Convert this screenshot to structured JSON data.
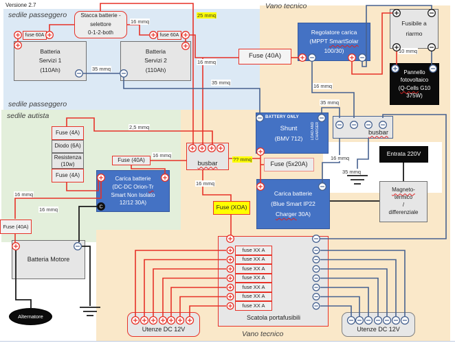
{
  "version_label": "Versione 2.7",
  "regions": {
    "sedile_passeggero": "sedile passeggero",
    "sedile_autista": "sedile autista",
    "vano_tecnico": "Vano tecnico"
  },
  "wire_labels": {
    "w25": "25 mmq",
    "w16": "16 mmq",
    "w35": "35 mmq",
    "w10": "10 mmq",
    "w2_5": "2,5 mmq",
    "wqq": "?? mmq"
  },
  "boxes": {
    "stacca": {
      "l1": "Stacca batterie -",
      "l2": "selettore",
      "l3": "0-1-2-both"
    },
    "fuse60a": "fuse 60A",
    "batt1": {
      "l1": "Batteria",
      "l2": "Servizi 1",
      "l3": "(110Ah)"
    },
    "batt2": {
      "l1": "Batteria",
      "l2": "Servizi 2",
      "l3": "(110Ah)"
    },
    "mppt": {
      "l1": "Regolatore carica",
      "l2_pre": "(MPPT ",
      "l2_sq": "SmartSolar",
      "l3": "100/30)"
    },
    "fuse40": "Fuse (40A)",
    "fusibile": {
      "l1": "Fusibile a",
      "l2": "riarmo"
    },
    "pannello": {
      "l1": "Pannello",
      "l2": "fotovoltaico",
      "l3_pre": "(",
      "l3_sq": "Q-Cells",
      "l3_post": " G10",
      "l4": "375W)"
    },
    "shunt": {
      "tag": "BATTERY ONLY",
      "l1": "Shunt",
      "l2": "(BMV 712)",
      "side1": "LOAD AND",
      "side2": "CHARGER"
    },
    "busbar": "busbar",
    "entrata": "Entrata 220V",
    "magneto": {
      "l1": "Magneto-",
      "l2": "termico",
      "l3": "/",
      "l4": "differenziale"
    },
    "fuse4a": "Fuse (4A)",
    "diodo": "Diodo (6A)",
    "resistenza": {
      "l1": "Resistenza",
      "l2": "(10w)"
    },
    "orion": {
      "l1": "Carica batterie",
      "l2_pre": "(DC-DC Orion-",
      "l2_sq": "Tr",
      "l3": "Smart Non Isolato",
      "l4": "12/12 30A)",
      "terminal_c": "C"
    },
    "charger": {
      "l1": "Carica batterie",
      "l2": "(Blue Smart IP22",
      "l3_sq": "Charger",
      "l3_post": " 30A)"
    },
    "fuse5x20": "Fuse (5x20A)",
    "fusexxa": "Fuse (XOA)",
    "batt_motore": "Batteria Motore",
    "alternatore": "Alternatore",
    "scatola": "Scatola portafusibili",
    "fuse_row": "fuse XX A",
    "utenze": "Utenze DC 12V"
  },
  "colors": {
    "accent_red": "#e73127",
    "accent_blue": "#46618f",
    "box_blue": "#4472c4",
    "highlight_yellow": "#ffff00"
  }
}
